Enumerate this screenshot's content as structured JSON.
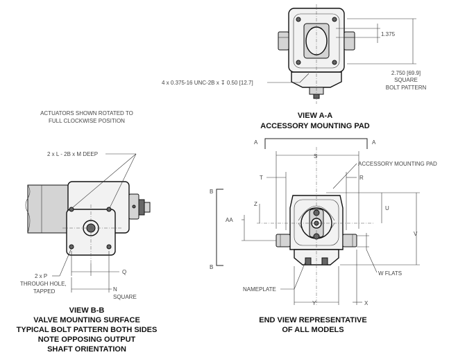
{
  "view_aa": {
    "title": "VIEW A-A",
    "subtitle": "ACCESSORY MOUNTING PAD",
    "dim_1375": "1.375",
    "dim_2750": "2.750 [69.9]",
    "dim_2750_sub1": "SQUARE",
    "dim_2750_sub2": "BOLT PATTERN",
    "thread_note": "4 x 0.375-16 UNC-2B x ↧ 0.50 [12.7]"
  },
  "note": {
    "line1": "ACTUATORS SHOWN ROTATED TO",
    "line2": "FULL CLOCKWISE POSITION"
  },
  "view_bb": {
    "callout_l": "2 x L - 2B x M DEEP",
    "callout_p1": "2 x P",
    "callout_p2": "THROUGH HOLE,",
    "callout_p3": "TAPPED",
    "dim_q": "Q",
    "dim_n": "N",
    "dim_n_sub": "SQUARE",
    "title1": "VIEW B-B",
    "title2": "VALVE MOUNTING SURFACE",
    "title3": "TYPICAL BOLT PATTERN BOTH SIDES",
    "title4": "NOTE OPPOSING OUTPUT",
    "title5": "SHAFT ORIENTATION"
  },
  "end_view": {
    "section_a_left": "A",
    "section_a_right": "A",
    "section_b_top": "B",
    "section_b_bottom": "B",
    "dim_s": "S",
    "dim_t": "T",
    "dim_r": "R",
    "dim_z": "Z",
    "dim_aa": "AA",
    "dim_u": "U",
    "dim_v": "V",
    "accessory_pad": "ACCESSORY MOUNTING PAD",
    "w_flats": "W FLATS",
    "nameplate": "NAMEPLATE",
    "dim_y": "Y",
    "dim_x": "X",
    "title1": "END VIEW REPRESENTATIVE",
    "title2": "OF ALL MODELS"
  }
}
